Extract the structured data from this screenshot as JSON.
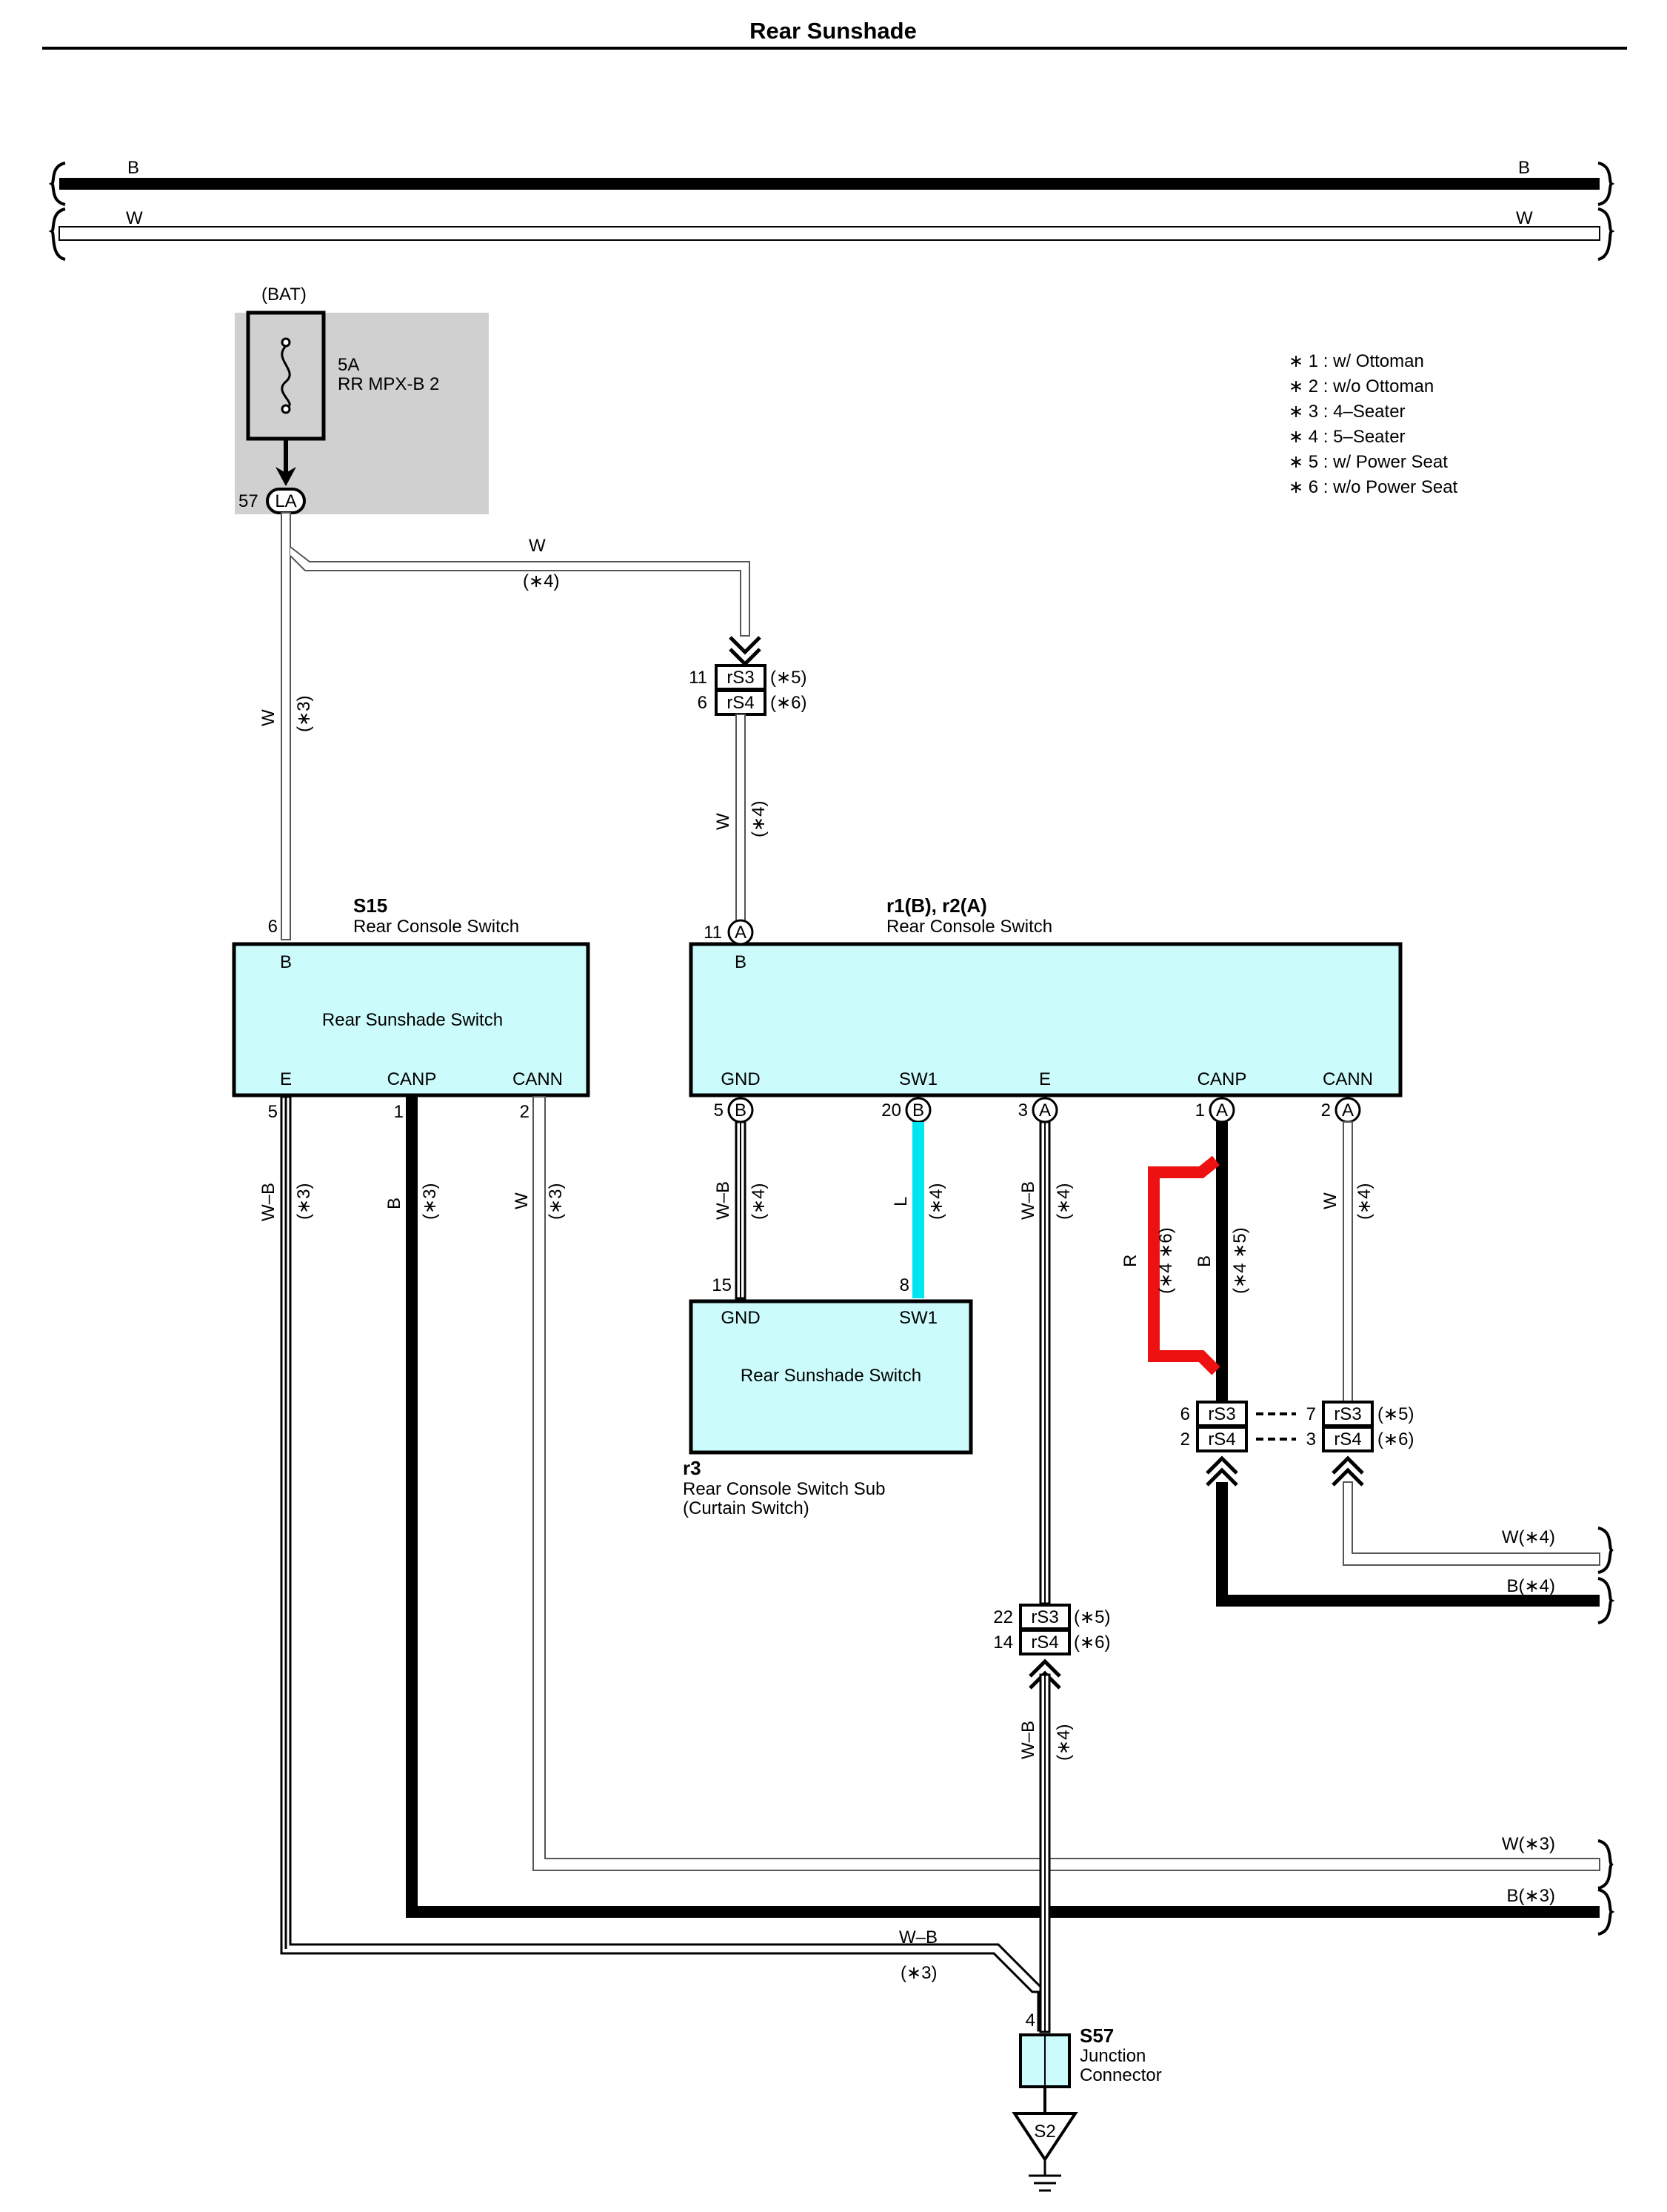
{
  "title": "Rear Sunshade",
  "colors": {
    "wire_black": "#000000",
    "wire_white_fill": "#ffffff",
    "wire_blue": "#00e5f0",
    "wire_red": "#ee1111",
    "component_fill": "#ccfbfb",
    "fuse_box_fill": "#d0d0d0"
  },
  "bus_lines": {
    "top": {
      "left_label": "B",
      "right_label": "B"
    },
    "bottom": {
      "left_label": "W",
      "right_label": "W"
    }
  },
  "fuse": {
    "source_label": "(BAT)",
    "rating": "5A",
    "name": "RR MPX-B 2",
    "connector_pin": "57",
    "connector_code": "LA"
  },
  "notes": [
    "∗ 1 : w/ Ottoman",
    "∗ 2 : w/o Ottoman",
    "∗ 3 : 4–Seater",
    "∗ 4 : 5–Seater",
    "∗ 5 : w/ Power Seat",
    "∗ 6 : w/o Power Seat"
  ],
  "wires": {
    "fuse_to_s15": {
      "color": "W",
      "note": "(∗3)"
    },
    "fuse_to_r1": {
      "color": "W",
      "note": "(∗4)"
    },
    "junction_top_to_r1": {
      "color": "W",
      "note": "(∗4)"
    },
    "s15_e": {
      "color": "W–B",
      "note": "(∗3)"
    },
    "s15_canp": {
      "color": "B",
      "note": "(∗3)"
    },
    "s15_cann": {
      "color": "W",
      "note": "(∗3)"
    },
    "r_gnd": {
      "color": "W–B",
      "note": "(∗4)"
    },
    "r_sw1": {
      "color": "L",
      "note": "(∗4)"
    },
    "r_e": {
      "color": "W–B",
      "note": "(∗4)"
    },
    "r_canp_red": {
      "color": "R",
      "note": "(∗4 ∗6)"
    },
    "r_canp_black": {
      "color": "B",
      "note": "(∗4 ∗5)"
    },
    "r_cann": {
      "color": "W",
      "note": "(∗4)"
    },
    "e_lower": {
      "color": "W–B",
      "note": "(∗4)"
    },
    "bottom_wb": {
      "color": "W–B",
      "note": "(∗3)"
    },
    "right_w4": "W(∗4)",
    "right_b4": "B(∗4)",
    "right_w3": "W(∗3)",
    "right_b3": "B(∗3)"
  },
  "junction_connectors": {
    "top": {
      "rs3_pin": "11",
      "rs3": "rS3",
      "rs3_note": "(∗5)",
      "rs4_pin": "6",
      "rs4": "rS4",
      "rs4_note": "(∗6)"
    },
    "canp": {
      "rs3_pin": "6",
      "rs3": "rS3",
      "rs4_pin": "2",
      "rs4": "rS4"
    },
    "cann": {
      "rs3_pin": "7",
      "rs3": "rS3",
      "rs3_note": "(∗5)",
      "rs4_pin": "3",
      "rs4": "rS4",
      "rs4_note": "(∗6)"
    },
    "e": {
      "rs3_pin": "22",
      "rs3": "rS3",
      "rs3_note": "(∗5)",
      "rs4_pin": "14",
      "rs4": "rS4",
      "rs4_note": "(∗6)"
    }
  },
  "s15": {
    "code": "S15",
    "name": "Rear Console Switch",
    "inner": "Rear Sunshade Switch",
    "b_pin": "6",
    "b_label": "B",
    "e_pin": "5",
    "e_label": "E",
    "canp_pin": "1",
    "canp_label": "CANP",
    "cann_pin": "2",
    "cann_label": "CANN"
  },
  "r1": {
    "code": "r1(B), r2(A)",
    "name": "Rear Console Switch",
    "b_pin": "11",
    "b_conn": "A",
    "b_label": "B",
    "gnd_pin": "5",
    "gnd_conn": "B",
    "gnd_label": "GND",
    "sw1_pin": "20",
    "sw1_conn": "B",
    "sw1_label": "SW1",
    "e_pin": "3",
    "e_conn": "A",
    "e_label": "E",
    "canp_pin": "1",
    "canp_conn": "A",
    "canp_label": "CANP",
    "cann_pin": "2",
    "cann_conn": "A",
    "cann_label": "CANN"
  },
  "r3": {
    "code": "r3",
    "name": "Rear Console Switch Sub",
    "name2": "(Curtain Switch)",
    "inner": "Rear Sunshade Switch",
    "gnd_pin": "15",
    "gnd_label": "GND",
    "sw1_pin": "8",
    "sw1_label": "SW1"
  },
  "s57": {
    "code": "S57",
    "name": "Junction",
    "name2": "Connector",
    "pin": "4"
  },
  "ground": {
    "label": "S2"
  }
}
